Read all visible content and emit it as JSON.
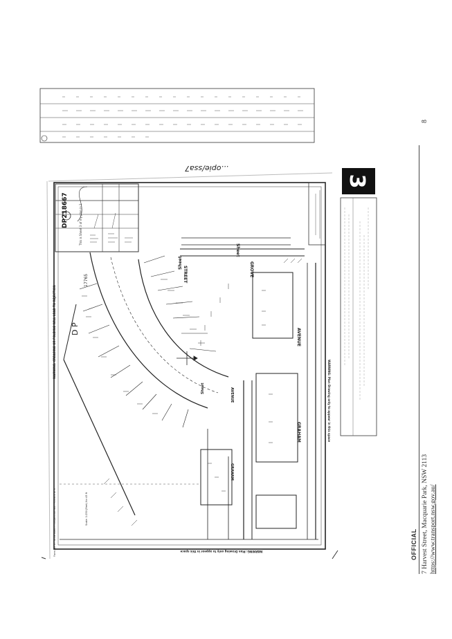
{
  "plan": {
    "id": "DP218667",
    "warning_top": "WARNING: CREASING OR FOLDING WILL LEAD TO REJECTION",
    "warning_bottom": "WARNING: Plan Drawing only to appear in this space",
    "warning_side": "WARNING: Plan Drawing only to appear in this space",
    "form_note": "Form No. 1 - To be used in conjunction with Forms 2 or 3",
    "sheet_number": "3",
    "dp_label": "D P",
    "dp_number": "17765",
    "sheet_word": "Sheet",
    "street_word": "STREET",
    "grove_word": "GROVE",
    "avenue_word": "AVENUE",
    "graham_word": "GRAHAM",
    "sheet_info": "This is Sheet 3 of my plan in 3",
    "scale_note": "Scale: 1:250 (Feet) for 45 ft",
    "handwritten_note": "...opie/ssa7"
  },
  "footer": {
    "official": "OFFICIAL",
    "address": "7 Harvest Street, Macquarie Park, NSW 2113",
    "url": "https://www.transport.nsw.gov.au/"
  },
  "page_number": "8"
}
